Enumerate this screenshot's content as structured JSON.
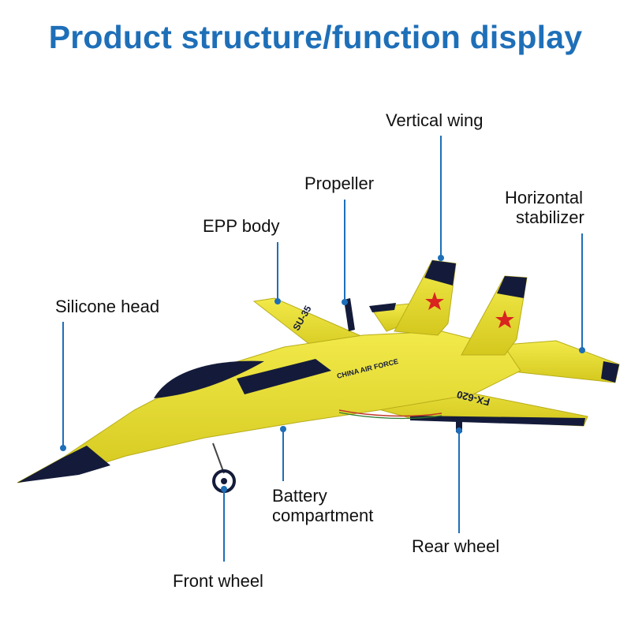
{
  "title": "Product structure/function display",
  "colors": {
    "title": "#1e6fb8",
    "callout": "#1e6fb8",
    "body": "#e8df2c",
    "body_shade": "#c9bf1a",
    "dark_parts": "#141b3a",
    "star": "#d9241f"
  },
  "plane_markings": {
    "wing_code": "SU-35",
    "fuselage_text": "CHINA AIR FORCE",
    "model_code": "FX-620"
  },
  "callouts": {
    "vertical_wing": "Vertical wing",
    "propeller": "Propeller",
    "horizontal_stabilizer_line1": "Horizontal",
    "horizontal_stabilizer_line2": "stabilizer",
    "epp_body": "EPP body",
    "silicone_head": "Silicone head",
    "battery_line1": "Battery",
    "battery_line2": "compartment",
    "rear_wheel": "Rear wheel",
    "front_wheel": "Front wheel"
  }
}
